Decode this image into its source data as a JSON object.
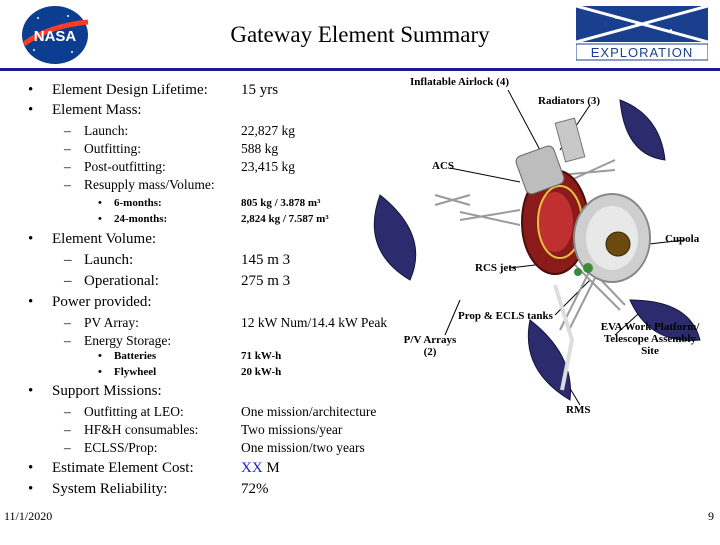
{
  "title": "Gateway Element Summary",
  "left": {
    "lifetime_label": "Element Design Lifetime:",
    "lifetime_value": "15 yrs",
    "mass_label": "Element Mass:",
    "mass_items": [
      {
        "label": "Launch:",
        "value": "22,827 kg"
      },
      {
        "label": "Outfitting:",
        "value": "588 kg"
      },
      {
        "label": "Post-outfitting:",
        "value": "23,415 kg"
      },
      {
        "label": "Resupply mass/Volume:",
        "value": ""
      }
    ],
    "resupply_items": [
      {
        "label": "6-months:",
        "value": "805 kg / 3.878 m³"
      },
      {
        "label": "24-months:",
        "value": "2,824 kg / 7.587 m³"
      }
    ],
    "volume_label": "Element Volume:",
    "volume_items": [
      {
        "label": "Launch:",
        "value": "145 m 3"
      },
      {
        "label": "Operational:",
        "value": "275 m 3"
      }
    ],
    "power_label": "Power provided:",
    "power_items": [
      {
        "label": "PV Array:",
        "value": "12 kW Num/14.4 kW Peak"
      },
      {
        "label": "Energy Storage:",
        "value": ""
      }
    ],
    "storage_items": [
      {
        "label": "Batteries",
        "value": "71 kW-h"
      },
      {
        "label": "Flywheel",
        "value": "20 kW-h"
      }
    ],
    "support_label": "Support Missions:",
    "support_items": [
      {
        "label": "Outfitting at LEO:",
        "value": "One mission/architecture"
      },
      {
        "label": "HF&H consumables:",
        "value": "Two missions/year"
      },
      {
        "label": "ECLSS/Prop:",
        "value": "One mission/two years"
      }
    ],
    "cost_label": "Estimate Element Cost:",
    "cost_value_a": "XX",
    "cost_value_b": " M",
    "reliability_label": "System Reliability:",
    "reliability_value": "72%"
  },
  "diagram": {
    "labels": {
      "airlock": "Inflatable Airlock (4)",
      "radiators": "Radiators (3)",
      "acs": "ACS",
      "cupola": "Cupola",
      "rcs": "RCS jets",
      "prop": "Prop & ECLS tanks",
      "eva": "EVA Work Platform/ Telescope Assembly Site",
      "pv": "P/V Arrays (2)",
      "rms": "RMS"
    }
  },
  "logos": {
    "nasa": "NASA",
    "exploration": "EXPLORATION"
  },
  "footer": {
    "date": "11/1/2020",
    "page": "9"
  },
  "colors": {
    "rule": "#1a1a8c",
    "cost_accent": "#1a1acc",
    "nasa_blue": "#0b3d91",
    "nasa_red": "#fc3d21",
    "panel": "#2b2b6e",
    "torus": "#8b1a1a"
  }
}
